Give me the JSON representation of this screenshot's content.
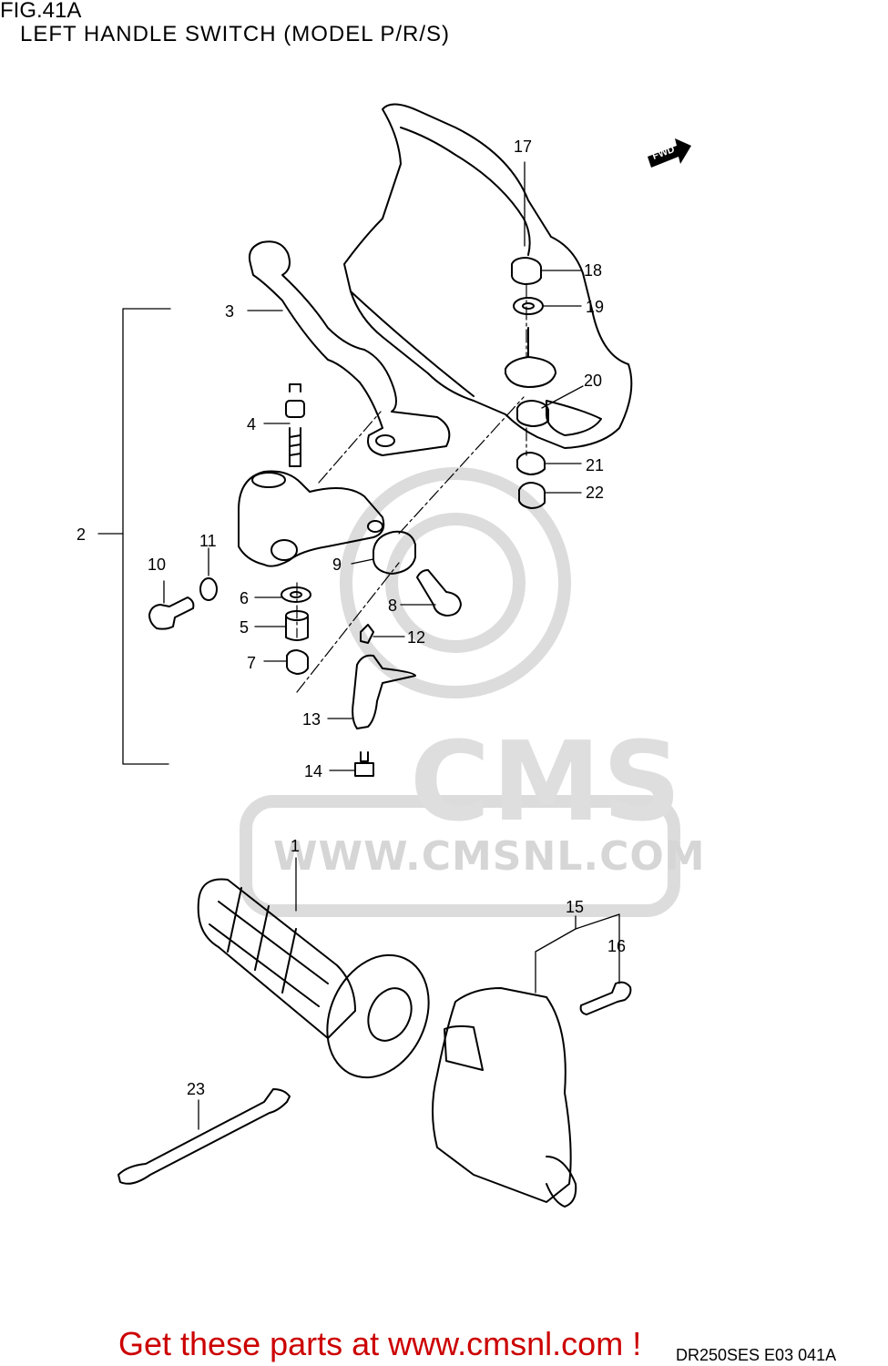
{
  "figure": {
    "id": "FIG.41A",
    "title": "LEFT HANDLE SWITCH (MODEL P/R/S)"
  },
  "watermark": {
    "brand": "CMS",
    "url": "WWW.CMSNL.COM"
  },
  "direction_marker": "FWD",
  "callouts": [
    "17",
    "18",
    "19",
    "20",
    "21",
    "22",
    "3",
    "4",
    "2",
    "10",
    "11",
    "9",
    "6",
    "8",
    "5",
    "12",
    "7",
    "13",
    "14",
    "1",
    "15",
    "16",
    "23"
  ],
  "footer": {
    "link_text": "Get these parts at www.cmsnl.com !",
    "code": "DR250SES E03  041A"
  },
  "colors": {
    "line": "#000000",
    "link": "#cc0000",
    "watermark": "#d6d6d6"
  }
}
